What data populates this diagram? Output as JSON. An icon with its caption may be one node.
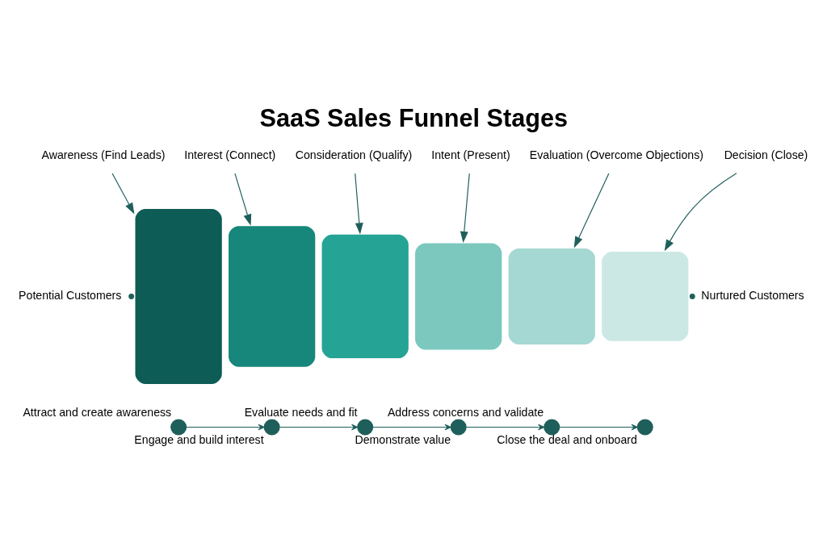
{
  "diagram": {
    "title": "SaaS Sales Funnel Stages",
    "nodes": [
      {
        "text": [],
        "shape": "box"
      },
      {
        "text": [],
        "shape": "box"
      },
      {
        "text": [],
        "shape": "box"
      },
      {
        "text": [],
        "shape": "box"
      },
      {
        "text": [],
        "shape": "box"
      },
      {
        "text": [],
        "shape": "box"
      },
      {
        "text": [
          "Awareness (Find Leads)"
        ]
      },
      {
        "text": [
          "Interest (Connect)"
        ]
      },
      {
        "text": [
          "Consideration (Qualify)"
        ]
      },
      {
        "text": [
          "Intent (Present)"
        ]
      },
      {
        "text": [
          "Evaluation (Overcome Objections)"
        ]
      },
      {
        "text": [
          "Decision (Close)"
        ]
      },
      {
        "text": [
          "Potential Customers"
        ]
      },
      {
        "text": [
          "Nurtured Customers"
        ]
      },
      {
        "text": [],
        "shape": "circle",
        "beside": [
          "Attract and create awareness"
        ]
      },
      {
        "text": [],
        "shape": "circle",
        "beside": [
          "Engage and build interest"
        ]
      },
      {
        "text": [],
        "shape": "circle",
        "beside": [
          "Evaluate needs and fit"
        ]
      },
      {
        "text": [],
        "shape": "circle",
        "beside": [
          "Demonstrate value"
        ]
      },
      {
        "text": [],
        "shape": "circle",
        "beside": [
          "Address concerns and validate"
        ]
      },
      {
        "text": [],
        "shape": "circle",
        "beside": [
          "Close the deal and onboard"
        ]
      }
    ],
    "edges": [
      {
        "from": 6,
        "to": 0,
        "arrow": "to"
      },
      {
        "from": 7,
        "to": 1,
        "arrow": "to"
      },
      {
        "from": 8,
        "to": 2,
        "arrow": "to"
      },
      {
        "from": 9,
        "to": 3,
        "arrow": "to"
      },
      {
        "from": 10,
        "to": 4,
        "arrow": "to"
      },
      {
        "from": 11,
        "to": 5,
        "arrow": "to"
      },
      {
        "from": 12,
        "to": 0,
        "arrow": "other",
        "style": "dashed"
      },
      {
        "from": 5,
        "to": 13,
        "arrow": "other",
        "style": "dashed"
      },
      {
        "from": 14,
        "to": 15,
        "arrow": "to"
      },
      {
        "from": 15,
        "to": 16,
        "arrow": "to"
      },
      {
        "from": 16,
        "to": 17,
        "arrow": "to"
      },
      {
        "from": 17,
        "to": 18,
        "arrow": "to"
      },
      {
        "from": 18,
        "to": 19,
        "arrow": "to"
      }
    ]
  }
}
